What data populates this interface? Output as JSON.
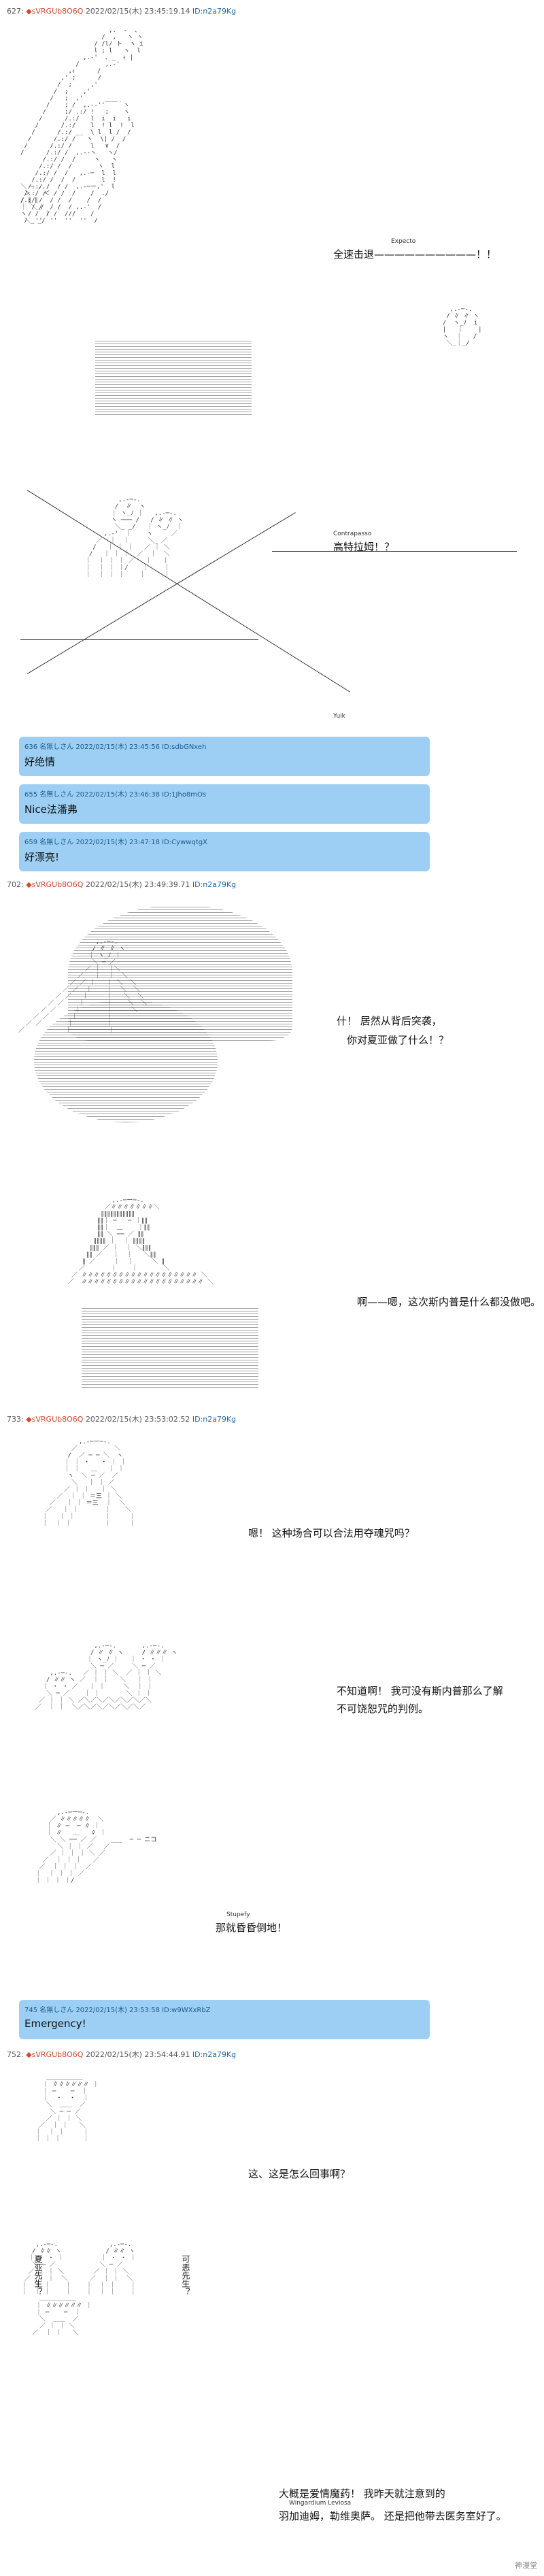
{
  "posts": [
    {
      "num": "627",
      "trip": "◆sVRGUb8O6Q",
      "date": "2022/02/15(木)",
      "time": "23:45:19.14",
      "id": "ID:n2a79Kg"
    },
    {
      "num": "702",
      "trip": "◆sVRGUb8O6Q",
      "date": "2022/02/15(木)",
      "time": "23:49:39.71",
      "id": "ID:n2a79Kg"
    },
    {
      "num": "733",
      "trip": "◆sVRGUb8O6Q",
      "date": "2022/02/15(木)",
      "time": "23:53:02.52",
      "id": "ID:n2a79Kg"
    },
    {
      "num": "752",
      "trip": "◆sVRGUb8O6Q",
      "date": "2022/02/15(木)",
      "time": "23:54:44.91",
      "id": "ID:n2a79Kg"
    }
  ],
  "scene1": {
    "ruby": "Expecto",
    "text": "全速击退——————————！！"
  },
  "scene2": {
    "ruby_top": "Contrapasso",
    "text": "高特拉姆！？",
    "ruby_bottom": "Yuik"
  },
  "replies": [
    {
      "meta": "636 名無しさん 2022/02/15(木) 23:45:56 ID:sdbGNxeh",
      "text": "好绝情"
    },
    {
      "meta": "655 名無しさん 2022/02/15(木) 23:46:38 ID:1Jho8mOs",
      "text": "Nice法潘弗"
    },
    {
      "meta": "659 名無しさん 2022/02/15(木) 23:47:18 ID:CywwqtgX",
      "text": "好漂亮!"
    },
    {
      "meta": "745 名無しさん 2022/02/15(木) 23:53:58 ID:w9WXxRbZ",
      "text": "Emergency!"
    }
  ],
  "scene3": {
    "line1": "什！  居然从背后突袭，",
    "line2": "你对夏亚做了什么！？"
  },
  "scene4": {
    "text": "啊——嗯，这次斯内普是什么都没做吧。"
  },
  "scene5": {
    "text": "嗯！  这种场合可以合法用夺魂咒吗？"
  },
  "scene6": {
    "line1": "不知道啊！  我可没有斯内普那么了解",
    "line2": "不可饶恕咒的判例。"
  },
  "scene7": {
    "ruby": "Stupefy",
    "text": "那就昏昏倒地！"
  },
  "scene8": {
    "text": "这、这是怎么回事啊？"
  },
  "scene9": {
    "side_left": "夏亚先生？",
    "side_right": "可恶先生？",
    "line1": "大概是爱情魔药！  我昨天就注意到的",
    "ruby": "Wingardium Leviosa",
    "line2": "羽加迪姆，勒维奥萨。  还是把他带去医务室好了。"
  },
  "watermark": "神漫堂"
}
